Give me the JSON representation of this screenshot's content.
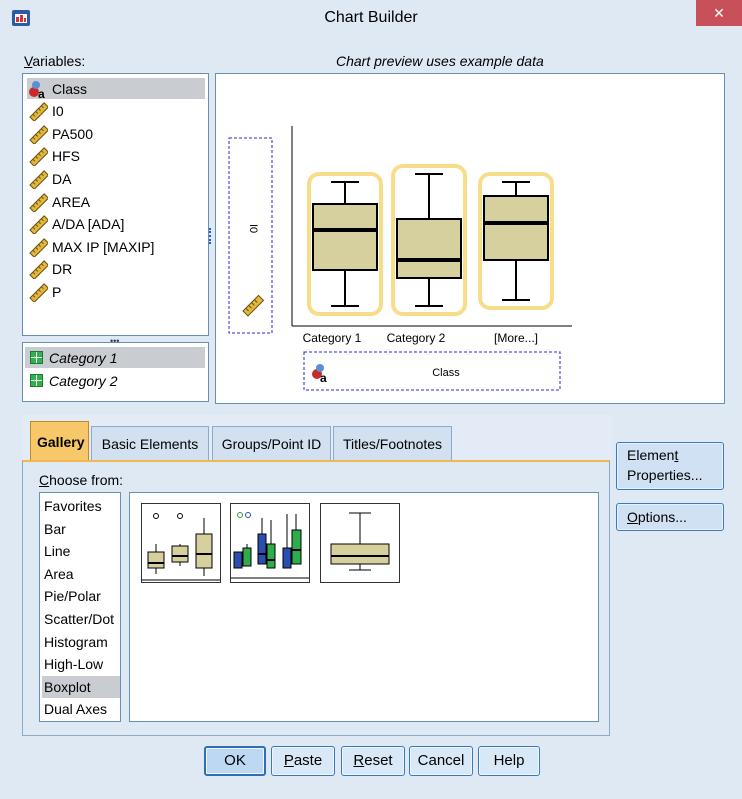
{
  "window": {
    "title": "Chart Builder",
    "close": "✕"
  },
  "variables_label": "Variables:",
  "preview_note": "Chart preview uses example data",
  "variables": [
    {
      "label": "Class",
      "icon": "nominal-variable-icon",
      "selected": true
    },
    {
      "label": "I0",
      "icon": "scale-ruler-icon"
    },
    {
      "label": "PA500",
      "icon": "scale-ruler-icon"
    },
    {
      "label": "HFS",
      "icon": "scale-ruler-icon"
    },
    {
      "label": "DA",
      "icon": "scale-ruler-icon"
    },
    {
      "label": "AREA",
      "icon": "scale-ruler-icon"
    },
    {
      "label": "A/DA [ADA]",
      "icon": "scale-ruler-icon"
    },
    {
      "label": "MAX IP [MAXIP]",
      "icon": "scale-ruler-icon"
    },
    {
      "label": "DR",
      "icon": "scale-ruler-icon"
    },
    {
      "label": "P",
      "icon": "scale-ruler-icon"
    }
  ],
  "categories": [
    {
      "label": "Category 1",
      "selected": true
    },
    {
      "label": "Category 2"
    }
  ],
  "preview": {
    "y_drop_label": "I0",
    "x_drop_label": "Class",
    "x_categories": [
      "Category 1",
      "Category 2",
      "[More...]"
    ]
  },
  "tabs": [
    "Gallery",
    "Basic Elements",
    "Groups/Point ID",
    "Titles/Footnotes"
  ],
  "choose_from_label": "Choose from:",
  "gallery_types": [
    "Favorites",
    "Bar",
    "Line",
    "Area",
    "Pie/Polar",
    "Scatter/Dot",
    "Histogram",
    "High-Low",
    "Boxplot",
    "Dual Axes"
  ],
  "gallery_selected": "Boxplot",
  "side_buttons": {
    "element_properties": [
      "Element",
      "Properties..."
    ],
    "options": "Options..."
  },
  "buttons": {
    "ok": "OK",
    "paste": "Paste",
    "reset": "Reset",
    "cancel": "Cancel",
    "help": "Help"
  },
  "colors": {
    "box_fill": "#d6cf9e",
    "box_glow": "#f6d46a",
    "accent_tab": "#f6c86a",
    "window_bg": "#dfe9f4"
  }
}
